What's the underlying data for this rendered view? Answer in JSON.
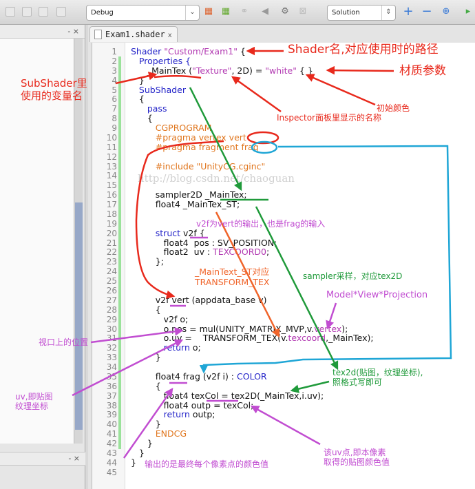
{
  "toolbar": {
    "config_select": "Debug",
    "platform_select": "Solution"
  },
  "editor": {
    "tab_label": "Exam1.shader",
    "tab_close": "x",
    "panel_close": "- ×"
  },
  "code": [
    [
      [
        "Shader ",
        "k"
      ],
      [
        "\"Custom/Exam1\"",
        "s"
      ],
      [
        " {",
        "p"
      ]
    ],
    [
      [
        "   Properties {",
        "k"
      ]
    ],
    [
      [
        "      _MainTex (",
        "p"
      ],
      [
        "\"Texture\"",
        "s"
      ],
      [
        ", 2D) = ",
        "p"
      ],
      [
        "\"white\"",
        "s"
      ],
      [
        " { }",
        "p"
      ]
    ],
    [
      [
        "   }",
        "p"
      ]
    ],
    [
      [
        "   SubShader",
        "k"
      ]
    ],
    [
      [
        "   {",
        "p"
      ]
    ],
    [
      [
        "      pass",
        "k"
      ]
    ],
    [
      [
        "      {",
        "p"
      ]
    ],
    [
      [
        "         CGPROGRAM",
        "o"
      ]
    ],
    [
      [
        "         #pragma vertex vert",
        "o"
      ]
    ],
    [
      [
        "         #pragma fragment frag",
        "o"
      ]
    ],
    [
      [
        "",
        "p"
      ]
    ],
    [
      [
        "         #include \"UnityCG.cginc\"",
        "o"
      ]
    ],
    [
      [
        "",
        "p"
      ]
    ],
    [
      [
        "",
        "p"
      ]
    ],
    [
      [
        "         sampler2D _MainTex;",
        "p"
      ]
    ],
    [
      [
        "         float4 _MainTex_ST;",
        "p"
      ]
    ],
    [
      [
        "",
        "p"
      ]
    ],
    [
      [
        "",
        "p"
      ]
    ],
    [
      [
        "         struct ",
        "k"
      ],
      [
        "v2f {",
        "p"
      ]
    ],
    [
      [
        "            float4  pos : SV_POSITION;",
        "p"
      ]
    ],
    [
      [
        "            float2  uv : ",
        "p"
      ],
      [
        "TEXCOORD0",
        "s"
      ],
      [
        ";",
        "p"
      ]
    ],
    [
      [
        "         };",
        "p"
      ]
    ],
    [
      [
        "",
        "p"
      ]
    ],
    [
      [
        "",
        "p"
      ]
    ],
    [
      [
        "",
        "p"
      ]
    ],
    [
      [
        "         v2f vert (appdata_base v)",
        "p"
      ]
    ],
    [
      [
        "         {",
        "p"
      ]
    ],
    [
      [
        "            v2f o;",
        "p"
      ]
    ],
    [
      [
        "            o.pos = mul(UNITY_MATRIX_MVP,v.",
        "p"
      ],
      [
        "vertex",
        "s"
      ],
      [
        ");",
        "p"
      ]
    ],
    [
      [
        "            o.uv =    TRANSFORM_TEX(v.",
        "p"
      ],
      [
        "texcoord",
        "s"
      ],
      [
        ",_MainTex);",
        "p"
      ]
    ],
    [
      [
        "            return",
        "k"
      ],
      [
        " o;",
        "p"
      ]
    ],
    [
      [
        "         }",
        "p"
      ]
    ],
    [
      [
        "",
        "p"
      ]
    ],
    [
      [
        "         float4 frag (v2f i) : ",
        "p"
      ],
      [
        "COLOR",
        "k"
      ]
    ],
    [
      [
        "         {",
        "p"
      ]
    ],
    [
      [
        "            float4 texCol = tex2D(_MainTex,i.uv);",
        "p"
      ]
    ],
    [
      [
        "            float4 outp = texCol;",
        "p"
      ]
    ],
    [
      [
        "            return",
        "k"
      ],
      [
        " outp;",
        "p"
      ]
    ],
    [
      [
        "         }",
        "p"
      ]
    ],
    [
      [
        "         ENDCG",
        "o"
      ]
    ],
    [
      [
        "      }",
        "p"
      ]
    ],
    [
      [
        "   }",
        "p"
      ]
    ],
    [
      [
        "}",
        "p"
      ]
    ],
    [
      [
        "",
        "p"
      ]
    ]
  ],
  "annotations": {
    "shader_name": "Shader名,对应使用时的路径",
    "material_params": "材质参数",
    "subshader_var": "SubShader里\n使用的变量名",
    "initial_color": "初始颜色",
    "inspector_name": "Inspector面板里显示的名称",
    "v2f_io": "v2f为vert的输出，也是frag的输入",
    "mainTex_st": "_MainText_ST对应\nTRANSFORM_TEX",
    "sampler": "sampler采样，对应tex2D",
    "mvp": "Model*View*Projection",
    "viewport_pos": "视口上的位置",
    "uv_coord": "uv,即贴图\n纹理坐标",
    "tex2d": "tex2d(贴图，纹理坐标),\n照格式写即可",
    "uv_pixel": "该uv点,即本像素\n取得的贴图颜色值",
    "output": "输出的是最终每个像素点的颜色值"
  },
  "watermark": "http://blog.csdn.net/chaoguan",
  "colors": {
    "red": "#e8291c",
    "green": "#1f9a3a",
    "purple": "#c14dd1",
    "cyan": "#1fa6d6",
    "orange": "#f0642a"
  }
}
